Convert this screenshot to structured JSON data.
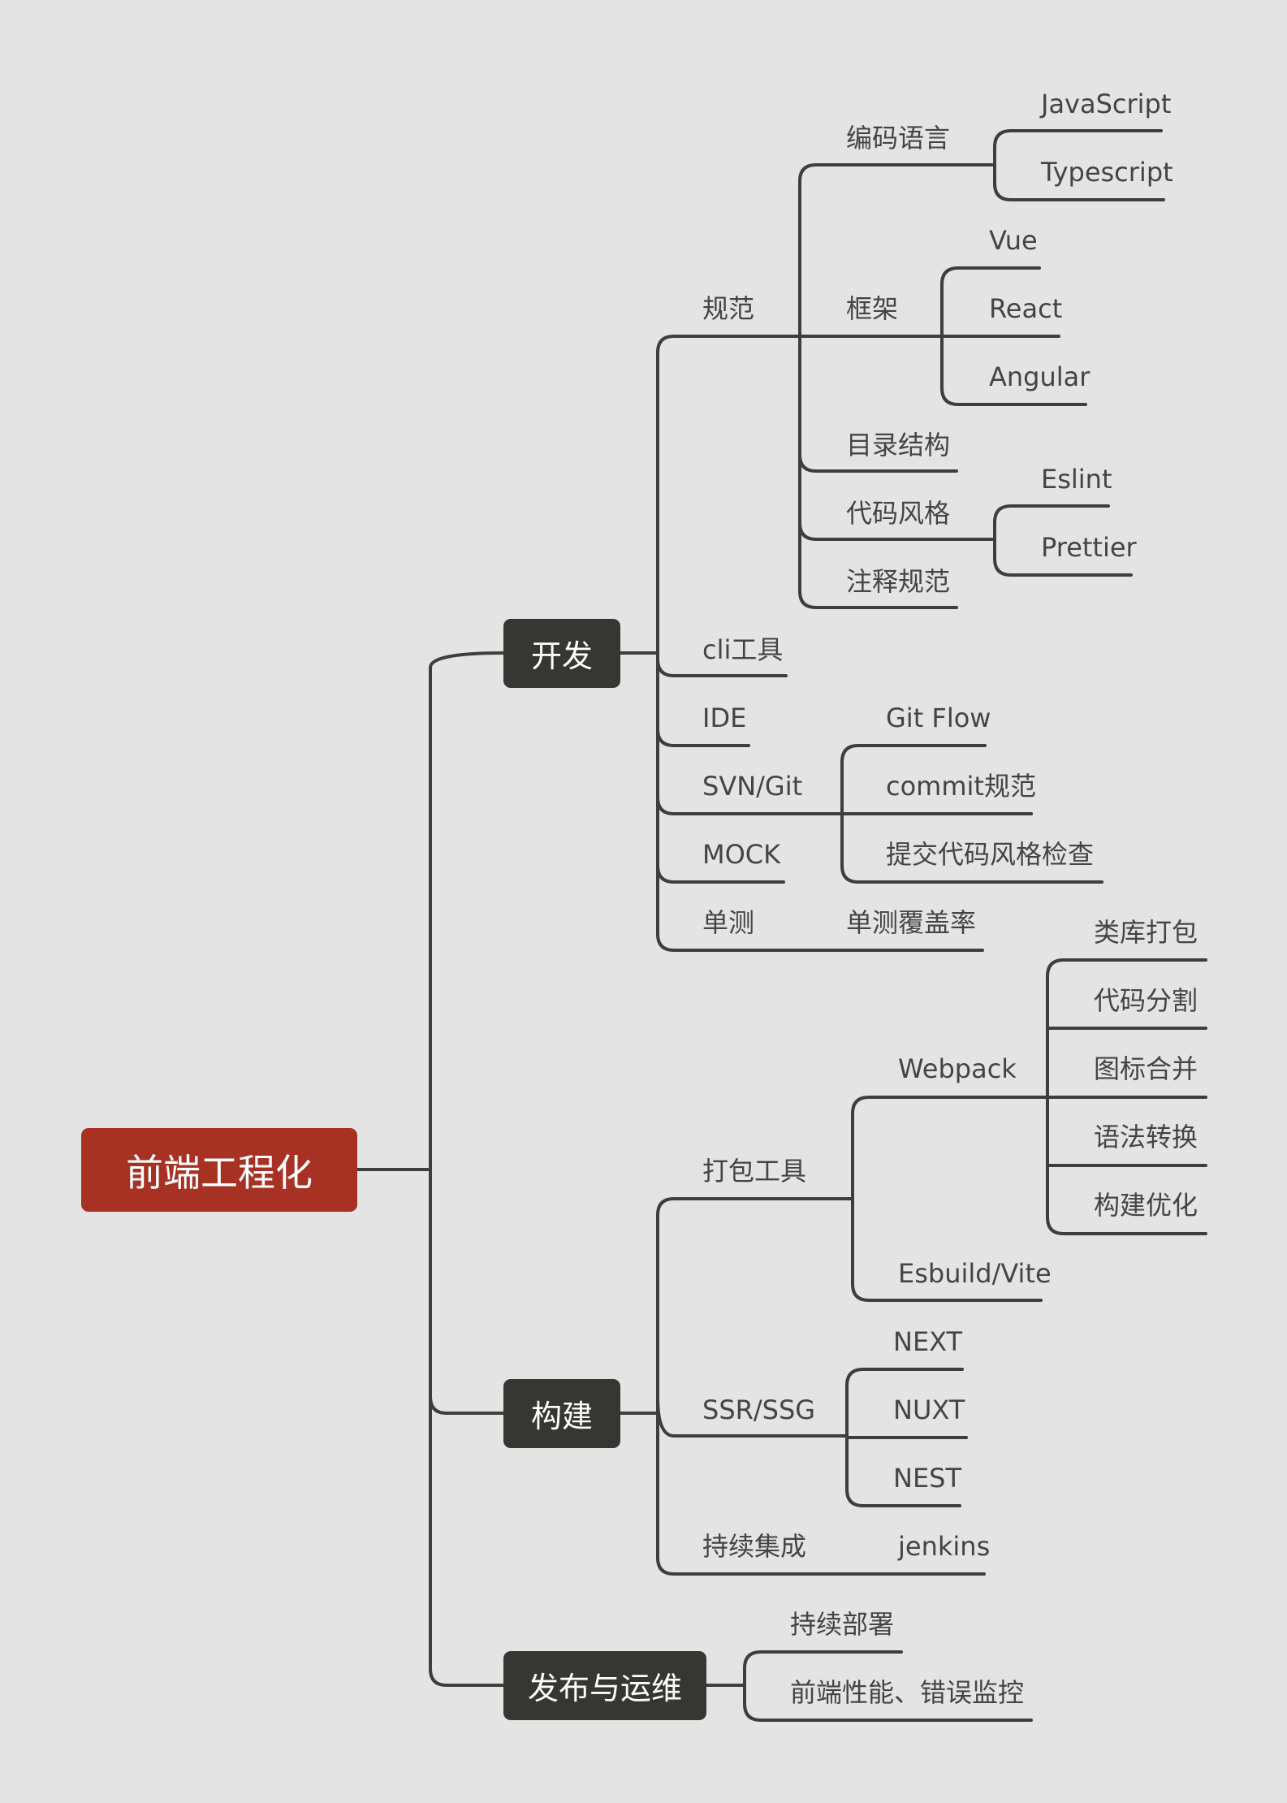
{
  "root": "前端工程化",
  "branches": {
    "dev": {
      "title": "开发",
      "spec": {
        "label": "规范",
        "coding_lang": {
          "label": "编码语言",
          "items": [
            "JavaScript",
            "Typescript"
          ]
        },
        "framework": {
          "label": "框架",
          "items": [
            "Vue",
            "React",
            "Angular"
          ]
        },
        "dir_structure": "目录结构",
        "code_style": {
          "label": "代码风格",
          "items": [
            "Eslint",
            "Prettier"
          ]
        },
        "comment_spec": "注释规范"
      },
      "cli": "cli工具",
      "ide": "IDE",
      "vcs": {
        "label": "SVN/Git",
        "items": [
          "Git Flow",
          "commit规范",
          "提交代码风格检查"
        ]
      },
      "mock": "MOCK",
      "unit_test": {
        "label": "单测",
        "coverage": "单测覆盖率"
      }
    },
    "build": {
      "title": "构建",
      "bundler": {
        "label": "打包工具",
        "webpack": {
          "label": "Webpack",
          "items": [
            "类库打包",
            "代码分割",
            "图标合并",
            "语法转换",
            "构建优化"
          ]
        },
        "esbuild": "Esbuild/Vite"
      },
      "ssr": {
        "label": "SSR/SSG",
        "items": [
          "NEXT",
          "NUXT",
          "NEST"
        ]
      },
      "ci": {
        "label": "持续集成",
        "tool": "jenkins"
      }
    },
    "ops": {
      "title": "发布与运维",
      "items": [
        "持续部署",
        "前端性能、错误监控"
      ]
    }
  }
}
